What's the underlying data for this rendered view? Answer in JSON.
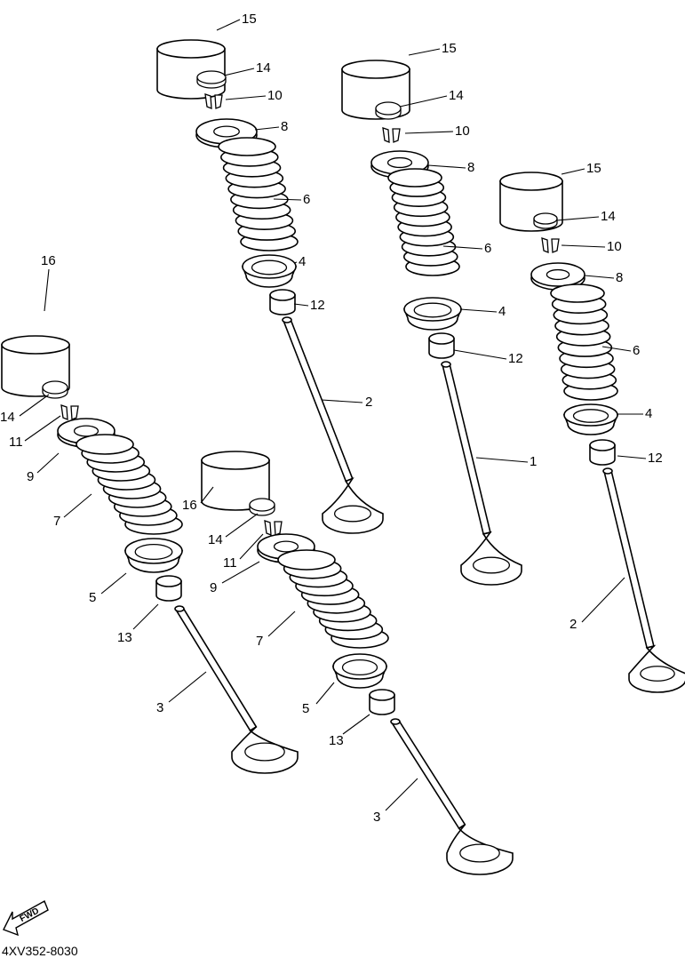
{
  "figure": {
    "code": "4XV352-8030",
    "fwd_label": "FWD",
    "fwd_icon": "arrow-icon"
  },
  "callouts": [
    {
      "id": "c15a",
      "label": "15"
    },
    {
      "id": "c14a",
      "label": "14"
    },
    {
      "id": "c10a",
      "label": "10"
    },
    {
      "id": "c8a",
      "label": "8"
    },
    {
      "id": "c6a",
      "label": "6"
    },
    {
      "id": "c4a",
      "label": "4"
    },
    {
      "id": "c12a",
      "label": "12"
    },
    {
      "id": "c2a",
      "label": "2"
    },
    {
      "id": "c15b",
      "label": "15"
    },
    {
      "id": "c14b",
      "label": "14"
    },
    {
      "id": "c10b",
      "label": "10"
    },
    {
      "id": "c8b",
      "label": "8"
    },
    {
      "id": "c6b",
      "label": "6"
    },
    {
      "id": "c4b",
      "label": "4"
    },
    {
      "id": "c12b",
      "label": "12"
    },
    {
      "id": "c1b",
      "label": "1"
    },
    {
      "id": "c15c",
      "label": "15"
    },
    {
      "id": "c14c",
      "label": "14"
    },
    {
      "id": "c10c",
      "label": "10"
    },
    {
      "id": "c8c",
      "label": "8"
    },
    {
      "id": "c6c",
      "label": "6"
    },
    {
      "id": "c4c",
      "label": "4"
    },
    {
      "id": "c12c",
      "label": "12"
    },
    {
      "id": "c2c",
      "label": "2"
    },
    {
      "id": "c16d",
      "label": "16"
    },
    {
      "id": "c14d",
      "label": "14"
    },
    {
      "id": "c11d",
      "label": "11"
    },
    {
      "id": "c9d",
      "label": "9"
    },
    {
      "id": "c7d",
      "label": "7"
    },
    {
      "id": "c5d",
      "label": "5"
    },
    {
      "id": "c13d",
      "label": "13"
    },
    {
      "id": "c3d",
      "label": "3"
    },
    {
      "id": "c16e",
      "label": "16"
    },
    {
      "id": "c14e",
      "label": "14"
    },
    {
      "id": "c11e",
      "label": "11"
    },
    {
      "id": "c9e",
      "label": "9"
    },
    {
      "id": "c7e",
      "label": "7"
    },
    {
      "id": "c5e",
      "label": "5"
    },
    {
      "id": "c13e",
      "label": "13"
    },
    {
      "id": "c3e",
      "label": "3"
    }
  ]
}
